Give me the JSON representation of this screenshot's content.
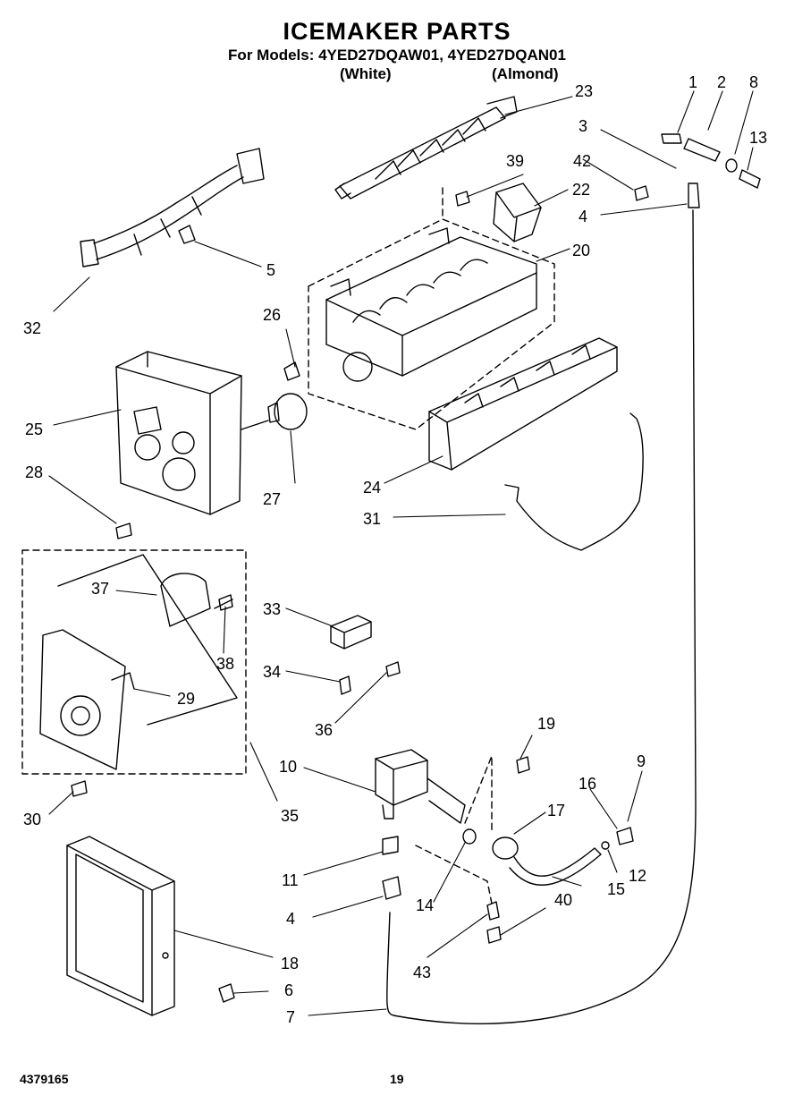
{
  "header": {
    "title": "ICEMAKER PARTS",
    "models": "For Models: 4YED27DQAW01,  4YED27DQAN01",
    "variant_white": "(White)",
    "variant_almond": "(Almond)"
  },
  "footer": {
    "doc_number": "4379165",
    "page_number": "19"
  },
  "callouts": [
    "1",
    "2",
    "3",
    "4",
    "4",
    "5",
    "6",
    "7",
    "8",
    "9",
    "10",
    "11",
    "12",
    "13",
    "14",
    "15",
    "16",
    "17",
    "18",
    "19",
    "20",
    "22",
    "23",
    "24",
    "25",
    "26",
    "27",
    "28",
    "29",
    "30",
    "31",
    "32",
    "33",
    "34",
    "35",
    "36",
    "37",
    "38",
    "39",
    "40",
    "42",
    "43"
  ]
}
